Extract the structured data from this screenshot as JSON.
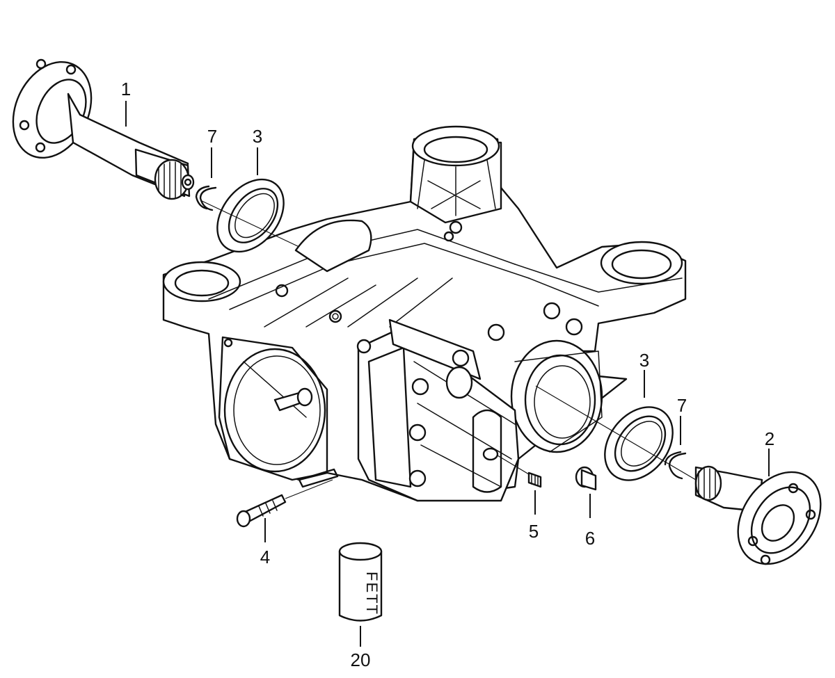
{
  "callouts": {
    "c1": "1",
    "c2": "2",
    "c3a": "3",
    "c3b": "3",
    "c4": "4",
    "c5": "5",
    "c6": "6",
    "c7a": "7",
    "c7b": "7",
    "c20": "20"
  },
  "labels": {
    "grease_can": "FETT"
  },
  "colors": {
    "ink": "#111111",
    "paper": "#ffffff"
  }
}
